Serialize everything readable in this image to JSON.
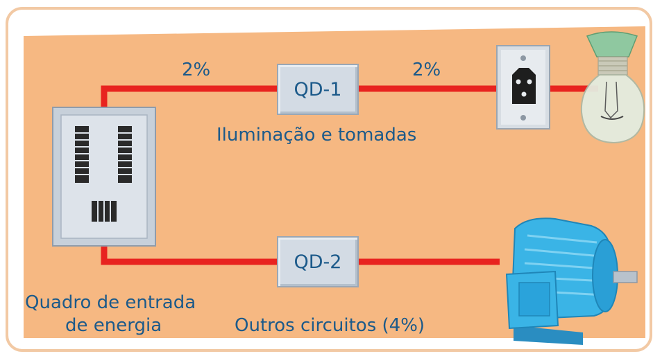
{
  "labels": {
    "pct_left": "2%",
    "pct_right": "2%",
    "qd1": "QD-1",
    "qd2": "QD-2",
    "caption_lighting": "Iluminação e tomadas",
    "caption_other": "Outros circuitos (4%)",
    "main_panel_line1": "Quadro de entrada",
    "main_panel_line2": "de energia"
  },
  "colors": {
    "wire": "#e8231f",
    "background_shape": "#f6b882",
    "frame": "#f2c9a4",
    "text": "#1c5a8a",
    "panel": "#d3dbe4",
    "motor": "#3ab4e6"
  }
}
